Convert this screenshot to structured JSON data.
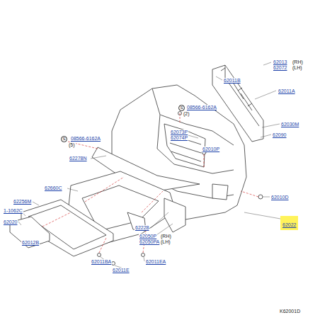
{
  "diagram": {
    "nodes": [
      {
        "text": [
          "62022"
        ]
      }
    ],
    "labels": [
      "62013",
      "(RH)",
      "62072",
      "(LH)",
      "62011B",
      "62011A",
      "S",
      "08566-6162A",
      "(2)",
      "62073P",
      "62074P",
      "62010P",
      "62030M",
      "62090",
      "S",
      "08566-6162A",
      "(5)",
      "62278N",
      "62010D",
      "62660C",
      "62256M",
      "1-1062C",
      "62020",
      "62012B",
      "62228",
      "62050P",
      "(RH)",
      "62050PA",
      "(LH)",
      "62011BA",
      "62011EA",
      "62011E",
      "K62001D"
    ]
  }
}
